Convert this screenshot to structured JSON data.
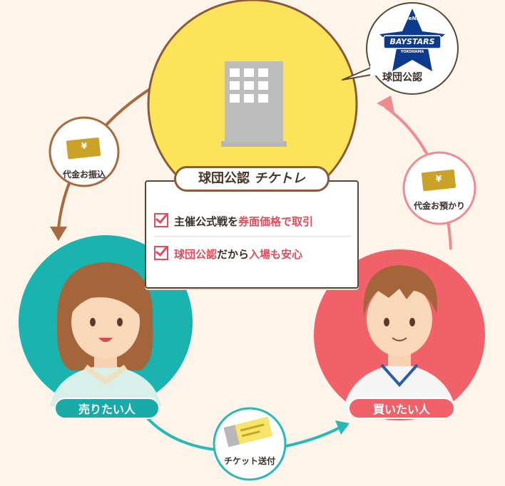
{
  "club": {
    "logo_top": "DeNA",
    "logo_name": "BAYSTARS",
    "logo_city": "YOKOHAMA",
    "caption": "球団公認"
  },
  "card": {
    "title_main": "球団公認",
    "title_accent": "チケトレ",
    "line1": {
      "prefix": "主催公式戦を",
      "highlight": "券面価格で取引",
      "suffix": ""
    },
    "line2": {
      "highlight1": "球団公認",
      "middle": "だから",
      "highlight2": "入場も安心",
      "suffix": ""
    }
  },
  "labels": {
    "payment_transfer": "代金お振込",
    "payment_hold": "代金お預かり",
    "ticket_delivery": "チケット送付",
    "seller": "売りたい人",
    "buyer": "買いたい人",
    "yen": "¥"
  },
  "colors": {
    "background": "#fdf5ea",
    "club_circle": "#fbe35a",
    "seller_circle": "#1ab3b0",
    "buyer_circle": "#f0616a",
    "arrow_brown": "#a86a3e",
    "arrow_pink": "#f08b8f",
    "arrow_teal": "#27b9b8",
    "ticket_gold": "#c9a227"
  }
}
